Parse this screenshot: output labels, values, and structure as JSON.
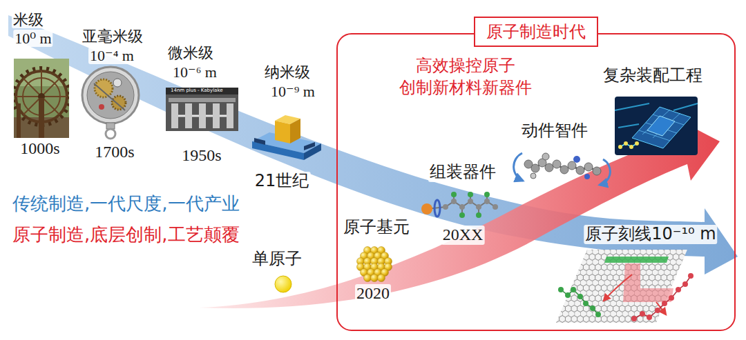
{
  "diagram": {
    "nodes": [
      {
        "text": [
          "原子制造时代",
          "高效操控原子 创制新材料新器件"
        ]
      }
    ],
    "labels": [
      "米级",
      "10⁰ m",
      "1000s",
      "亚毫米级",
      "10⁻⁴ m",
      "1700s",
      "微米级",
      "10⁻⁶ m",
      "14nm plus - Kabylake",
      "1950s",
      "纳米级",
      "10⁻⁹ m",
      "21世纪",
      "传统制造,一代尺度,一代产业",
      "原子制造,底层创制,工艺颠覆",
      "单原子",
      "原子基元",
      "2020",
      "组装器件",
      "20XX",
      "动件智件",
      "复杂装配工程",
      "原子刻线10⁻¹⁰ m"
    ]
  }
}
